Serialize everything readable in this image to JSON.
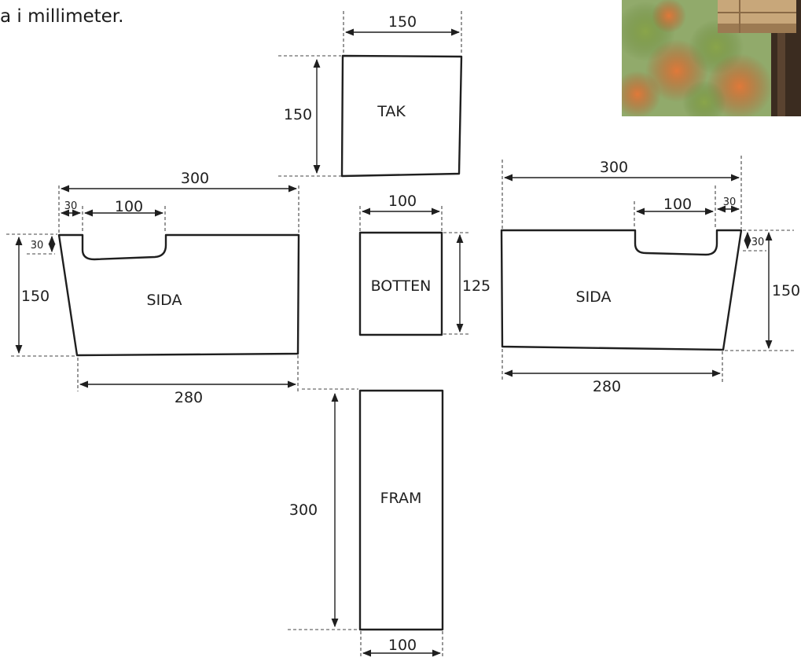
{
  "caption": "a i millimeter.",
  "pieces": {
    "tak": {
      "label": "TAK",
      "width": "150",
      "height": "150"
    },
    "botten": {
      "label": "BOTTEN",
      "width": "100",
      "height": "125"
    },
    "fram": {
      "label": "FRAM",
      "height": "300",
      "width": "100"
    },
    "sida_left": {
      "label": "SIDA",
      "top": "300",
      "offset": "30",
      "notch": "100",
      "notch_depth": "30",
      "height": "150",
      "bottom": "280"
    },
    "sida_right": {
      "label": "SIDA",
      "top": "300",
      "notch": "100",
      "offset": "30",
      "notch_depth": "30",
      "height": "150",
      "bottom": "280"
    }
  },
  "photo": {
    "subject": "birdhouse-in-tree-photo"
  }
}
